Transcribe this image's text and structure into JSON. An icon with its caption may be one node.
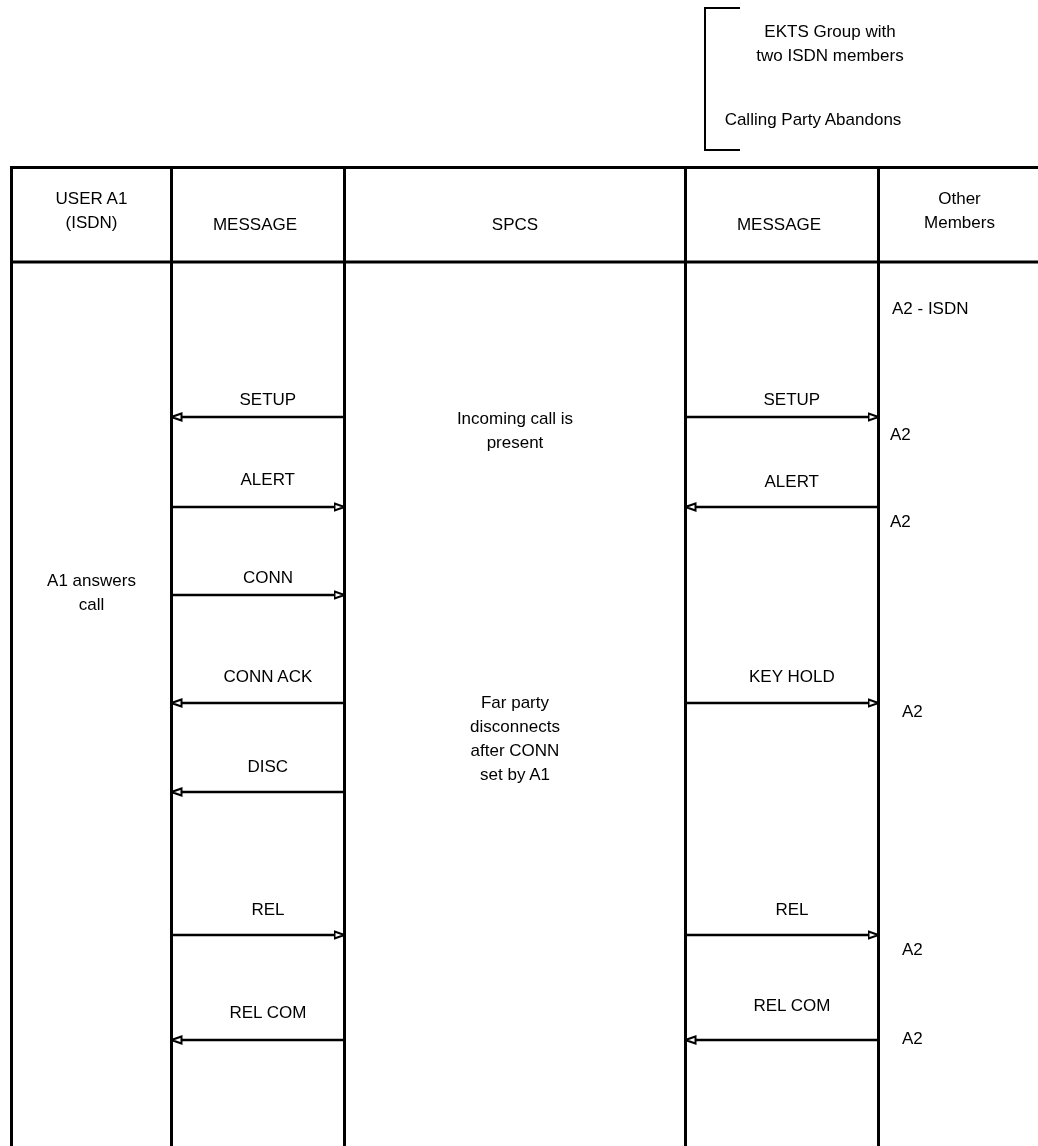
{
  "diagram": {
    "nodes": [
      {
        "text": [
          "USER A1 (ISDN)",
          "A1 answers call"
        ]
      },
      {
        "text": [
          "MESSAGE"
        ]
      },
      {
        "text": [
          "SPCS",
          "Incoming call is present",
          "Far party disconnects after CONN set by A1"
        ]
      },
      {
        "text": [
          "MESSAGE"
        ]
      },
      {
        "text": [
          "Other Members",
          "A2 - ISDN",
          "A2",
          "A2",
          "A2",
          "A2",
          "A2"
        ]
      }
    ],
    "edges": [
      {
        "from": 2,
        "to": 0,
        "arrow": "to",
        "label": "SETUP"
      },
      {
        "from": 2,
        "to": 4,
        "arrow": "to",
        "label": "SETUP"
      },
      {
        "from": 0,
        "to": 2,
        "arrow": "to",
        "label": "ALERT"
      },
      {
        "from": 4,
        "to": 2,
        "arrow": "to",
        "label": "ALERT"
      },
      {
        "from": 0,
        "to": 2,
        "arrow": "to",
        "label": "CONN"
      },
      {
        "from": 2,
        "to": 0,
        "arrow": "to",
        "label": "CONN ACK"
      },
      {
        "from": 2,
        "to": 4,
        "arrow": "to",
        "label": "KEY HOLD"
      },
      {
        "from": 2,
        "to": 0,
        "arrow": "to",
        "label": "DISC"
      },
      {
        "from": 0,
        "to": 2,
        "arrow": "to",
        "label": "REL"
      },
      {
        "from": 2,
        "to": 4,
        "arrow": "to",
        "label": "REL"
      },
      {
        "from": 2,
        "to": 0,
        "arrow": "to",
        "label": "REL COM"
      },
      {
        "from": 4,
        "to": 2,
        "arrow": "to",
        "label": "REL COM"
      }
    ],
    "labels": [
      "EKTS Group with two ISDN members",
      "Calling Party Abandons"
    ]
  }
}
